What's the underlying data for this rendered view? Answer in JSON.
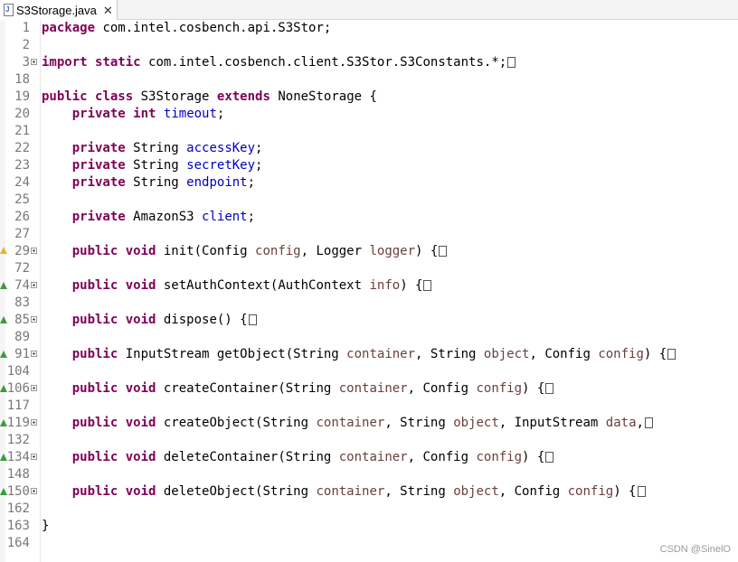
{
  "tab": {
    "title": "S3Storage.java",
    "file_icon": "java-file-icon",
    "close_icon": "close-icon"
  },
  "colors": {
    "keyword": "#7f0055",
    "field": "#0000c0",
    "parameter": "#6a3e3e",
    "line_number": "#787878"
  },
  "lines": [
    {
      "n": "1",
      "tokens": [
        [
          "k",
          "package"
        ],
        [
          "t",
          " com.intel.cosbench.api.S3Stor;"
        ]
      ]
    },
    {
      "n": "2",
      "tokens": []
    },
    {
      "n": "3",
      "fold": true,
      "collapsed": true,
      "tokens": [
        [
          "k",
          "import"
        ],
        [
          "t",
          " "
        ],
        [
          "k",
          "static"
        ],
        [
          "t",
          " com.intel.cosbench.client.S3Stor.S3Constants.*;"
        ]
      ]
    },
    {
      "n": "18",
      "tokens": []
    },
    {
      "n": "19",
      "tokens": [
        [
          "k",
          "public"
        ],
        [
          "t",
          " "
        ],
        [
          "k",
          "class"
        ],
        [
          "t",
          " S3Storage "
        ],
        [
          "k",
          "extends"
        ],
        [
          "t",
          " NoneStorage {"
        ]
      ]
    },
    {
      "n": "20",
      "tokens": [
        [
          "t",
          "    "
        ],
        [
          "k",
          "private"
        ],
        [
          "t",
          " "
        ],
        [
          "k",
          "int"
        ],
        [
          "t",
          " "
        ],
        [
          "f",
          "timeout"
        ],
        [
          "t",
          ";"
        ]
      ]
    },
    {
      "n": "21",
      "tokens": []
    },
    {
      "n": "22",
      "tokens": [
        [
          "t",
          "    "
        ],
        [
          "k",
          "private"
        ],
        [
          "t",
          " String "
        ],
        [
          "f",
          "accessKey"
        ],
        [
          "t",
          ";"
        ]
      ]
    },
    {
      "n": "23",
      "tokens": [
        [
          "t",
          "    "
        ],
        [
          "k",
          "private"
        ],
        [
          "t",
          " String "
        ],
        [
          "f",
          "secretKey"
        ],
        [
          "t",
          ";"
        ]
      ]
    },
    {
      "n": "24",
      "tokens": [
        [
          "t",
          "    "
        ],
        [
          "k",
          "private"
        ],
        [
          "t",
          " String "
        ],
        [
          "f",
          "endpoint"
        ],
        [
          "t",
          ";"
        ]
      ]
    },
    {
      "n": "25",
      "tokens": []
    },
    {
      "n": "26",
      "tokens": [
        [
          "t",
          "    "
        ],
        [
          "k",
          "private"
        ],
        [
          "t",
          " AmazonS3 "
        ],
        [
          "f",
          "client"
        ],
        [
          "t",
          ";"
        ]
      ]
    },
    {
      "n": "27",
      "tokens": []
    },
    {
      "n": "29",
      "fold": true,
      "marker": "warning",
      "collapsed": true,
      "tokens": [
        [
          "t",
          "    "
        ],
        [
          "k",
          "public"
        ],
        [
          "t",
          " "
        ],
        [
          "k",
          "void"
        ],
        [
          "t",
          " init(Config "
        ],
        [
          "p",
          "config"
        ],
        [
          "t",
          ", Logger "
        ],
        [
          "p",
          "logger"
        ],
        [
          "t",
          ") {"
        ]
      ]
    },
    {
      "n": "72",
      "tokens": []
    },
    {
      "n": "74",
      "fold": true,
      "marker": "override",
      "collapsed": true,
      "tokens": [
        [
          "t",
          "    "
        ],
        [
          "k",
          "public"
        ],
        [
          "t",
          " "
        ],
        [
          "k",
          "void"
        ],
        [
          "t",
          " setAuthContext(AuthContext "
        ],
        [
          "p",
          "info"
        ],
        [
          "t",
          ") {"
        ]
      ]
    },
    {
      "n": "83",
      "tokens": []
    },
    {
      "n": "85",
      "fold": true,
      "marker": "override",
      "collapsed": true,
      "tokens": [
        [
          "t",
          "    "
        ],
        [
          "k",
          "public"
        ],
        [
          "t",
          " "
        ],
        [
          "k",
          "void"
        ],
        [
          "t",
          " dispose() {"
        ]
      ]
    },
    {
      "n": "89",
      "tokens": []
    },
    {
      "n": "91",
      "fold": true,
      "marker": "override",
      "collapsed": true,
      "tokens": [
        [
          "t",
          "    "
        ],
        [
          "k",
          "public"
        ],
        [
          "t",
          " InputStream getObject(String "
        ],
        [
          "p",
          "container"
        ],
        [
          "t",
          ", String "
        ],
        [
          "p",
          "object"
        ],
        [
          "t",
          ", Config "
        ],
        [
          "p",
          "config"
        ],
        [
          "t",
          ") {"
        ]
      ]
    },
    {
      "n": "104",
      "tokens": []
    },
    {
      "n": "106",
      "fold": true,
      "marker": "override",
      "collapsed": true,
      "tokens": [
        [
          "t",
          "    "
        ],
        [
          "k",
          "public"
        ],
        [
          "t",
          " "
        ],
        [
          "k",
          "void"
        ],
        [
          "t",
          " createContainer(String "
        ],
        [
          "p",
          "container"
        ],
        [
          "t",
          ", Config "
        ],
        [
          "p",
          "config"
        ],
        [
          "t",
          ") {"
        ]
      ]
    },
    {
      "n": "117",
      "tokens": []
    },
    {
      "n": "119",
      "fold": true,
      "marker": "override",
      "collapsed": true,
      "tokens": [
        [
          "t",
          "    "
        ],
        [
          "k",
          "public"
        ],
        [
          "t",
          " "
        ],
        [
          "k",
          "void"
        ],
        [
          "t",
          " createObject(String "
        ],
        [
          "p",
          "container"
        ],
        [
          "t",
          ", String "
        ],
        [
          "p",
          "object"
        ],
        [
          "t",
          ", InputStream "
        ],
        [
          "p",
          "data"
        ],
        [
          "t",
          ","
        ]
      ]
    },
    {
      "n": "132",
      "tokens": []
    },
    {
      "n": "134",
      "fold": true,
      "marker": "override",
      "collapsed": true,
      "tokens": [
        [
          "t",
          "    "
        ],
        [
          "k",
          "public"
        ],
        [
          "t",
          " "
        ],
        [
          "k",
          "void"
        ],
        [
          "t",
          " deleteContainer(String "
        ],
        [
          "p",
          "container"
        ],
        [
          "t",
          ", Config "
        ],
        [
          "p",
          "config"
        ],
        [
          "t",
          ") {"
        ]
      ]
    },
    {
      "n": "148",
      "tokens": []
    },
    {
      "n": "150",
      "fold": true,
      "marker": "override",
      "collapsed": true,
      "tokens": [
        [
          "t",
          "    "
        ],
        [
          "k",
          "public"
        ],
        [
          "t",
          " "
        ],
        [
          "k",
          "void"
        ],
        [
          "t",
          " deleteObject(String "
        ],
        [
          "p",
          "container"
        ],
        [
          "t",
          ", String "
        ],
        [
          "p",
          "object"
        ],
        [
          "t",
          ", Config "
        ],
        [
          "p",
          "config"
        ],
        [
          "t",
          ") {"
        ]
      ]
    },
    {
      "n": "162",
      "tokens": []
    },
    {
      "n": "163",
      "tokens": [
        [
          "t",
          "}"
        ]
      ]
    },
    {
      "n": "164",
      "tokens": []
    }
  ],
  "watermark": "CSDN @SinelO"
}
